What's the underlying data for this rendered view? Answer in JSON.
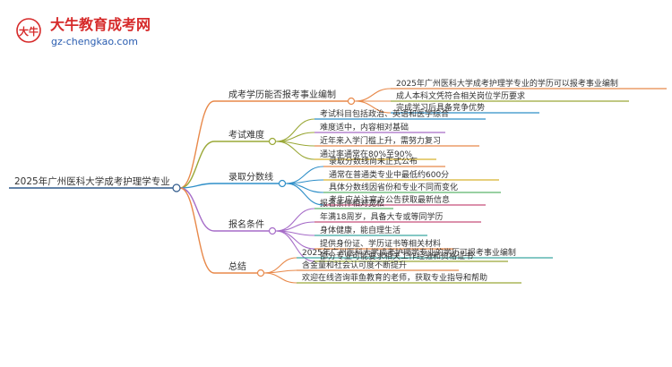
{
  "logo": {
    "title": "大牛教育成考网",
    "url": "gz-chengkao.com",
    "glyph": "大牛"
  },
  "mindmap": {
    "root": "2025年广州医科大学成考护理学专业",
    "branches": [
      {
        "label": "成考学历能否报考事业编制",
        "color": "#e8894a",
        "items": [
          "2025年广州医科大学成考护理学专业的学历可以报考事业编制",
          "成人本科文凭符合相关岗位学历要求",
          "完成学习后具备竞争优势"
        ]
      },
      {
        "label": "考试难度",
        "color": "#9aa837",
        "items": [
          "考试科目包括政治、英语和医学综合",
          "难度适中，内容相对基础",
          "近年来入学门槛上升，需努力复习",
          "通过率通常在80%至90%"
        ]
      },
      {
        "label": "录取分数线",
        "color": "#2f8fc8",
        "items": [
          "录取分数线尚未正式公布",
          "通常在普通类专业中最低约600分",
          "具体分数线因省份和专业不同而变化",
          "考生应关注官方公告获取最新信息"
        ]
      },
      {
        "label": "报名条件",
        "color": "#a66cc8",
        "items": [
          "报名条件相对宽松",
          "年满18周岁，具备大专或等同学历",
          "身体健康，能自理生活",
          "提供身份证、学历证书等相关材料",
          "部分专业可能要求相关工作经验和资格证书"
        ]
      },
      {
        "label": "总结",
        "color": "#e8894a",
        "items": [
          "2025年广州医科大学成考护理学专业的学历可报考事业编制",
          "含金量和社会认可度不断提升",
          "欢迎在线咨询菲鱼教育的老师，获取专业指导和帮助"
        ]
      }
    ]
  },
  "colors": {
    "root_line": "#2f5a8c",
    "item_underlines": [
      "#e8894a",
      "#9aa837",
      "#2f8fc8",
      "#a66cc8",
      "#e8894a",
      "#d7b22f",
      "#5bb36a",
      "#c84f7a",
      "#3aa7a0"
    ]
  }
}
